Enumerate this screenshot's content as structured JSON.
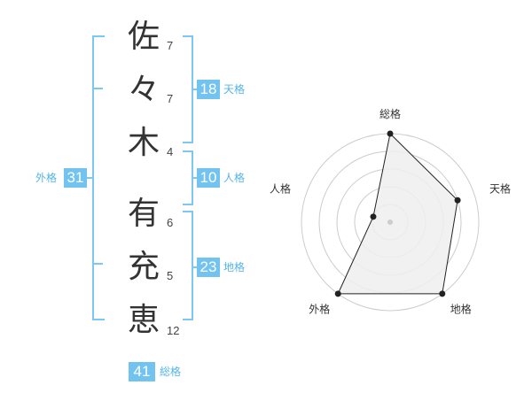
{
  "name_chars": [
    {
      "char": "佐",
      "strokes": "7"
    },
    {
      "char": "々",
      "strokes": "7"
    },
    {
      "char": "木",
      "strokes": "4"
    },
    {
      "char": "有",
      "strokes": "6"
    },
    {
      "char": "充",
      "strokes": "5"
    },
    {
      "char": "恵",
      "strokes": "12"
    }
  ],
  "kakusu": {
    "tenkaku": {
      "value": "18",
      "label": "天格"
    },
    "jinkaku": {
      "value": "10",
      "label": "人格"
    },
    "chikaku": {
      "value": "23",
      "label": "地格"
    },
    "gaikaku": {
      "value": "31",
      "label": "外格"
    },
    "soukaku": {
      "value": "41",
      "label": "総格"
    }
  },
  "chart_data": {
    "type": "radar",
    "axes": [
      "総格",
      "天格",
      "地格",
      "外格",
      "人格"
    ],
    "rings": 5,
    "max": 5,
    "values": [
      5,
      4,
      5,
      5,
      1
    ],
    "colors": {
      "fill": "#eeeeee",
      "line": "#222222",
      "grid": "#cccccc",
      "accent": "#72c3ef"
    }
  }
}
